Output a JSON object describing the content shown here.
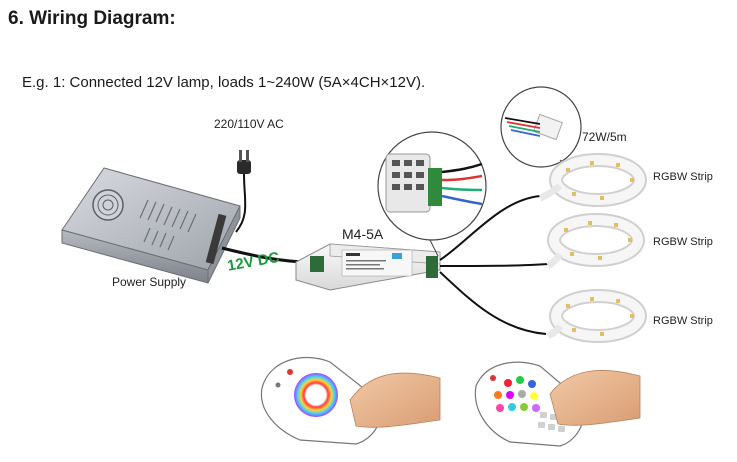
{
  "header": {
    "section_title": "6. Wiring Diagram:",
    "example_text": "E.g. 1: Connected 12V lamp, loads 1~240W (5A×4CH×12V)."
  },
  "labels": {
    "ac_input": "220/110V AC",
    "power_supply": "Power Supply",
    "dc_output": "12V DC",
    "controller_model": "M4-5A",
    "strip_spec": "72W/5m",
    "strip_1": "RGBW Strip",
    "strip_2": "RGBW Strip",
    "strip_3": "RGBW Strip"
  },
  "colors": {
    "dc_label": "#1a9a3a",
    "wire": "#111111",
    "strip_white": "#f4f4f4"
  }
}
